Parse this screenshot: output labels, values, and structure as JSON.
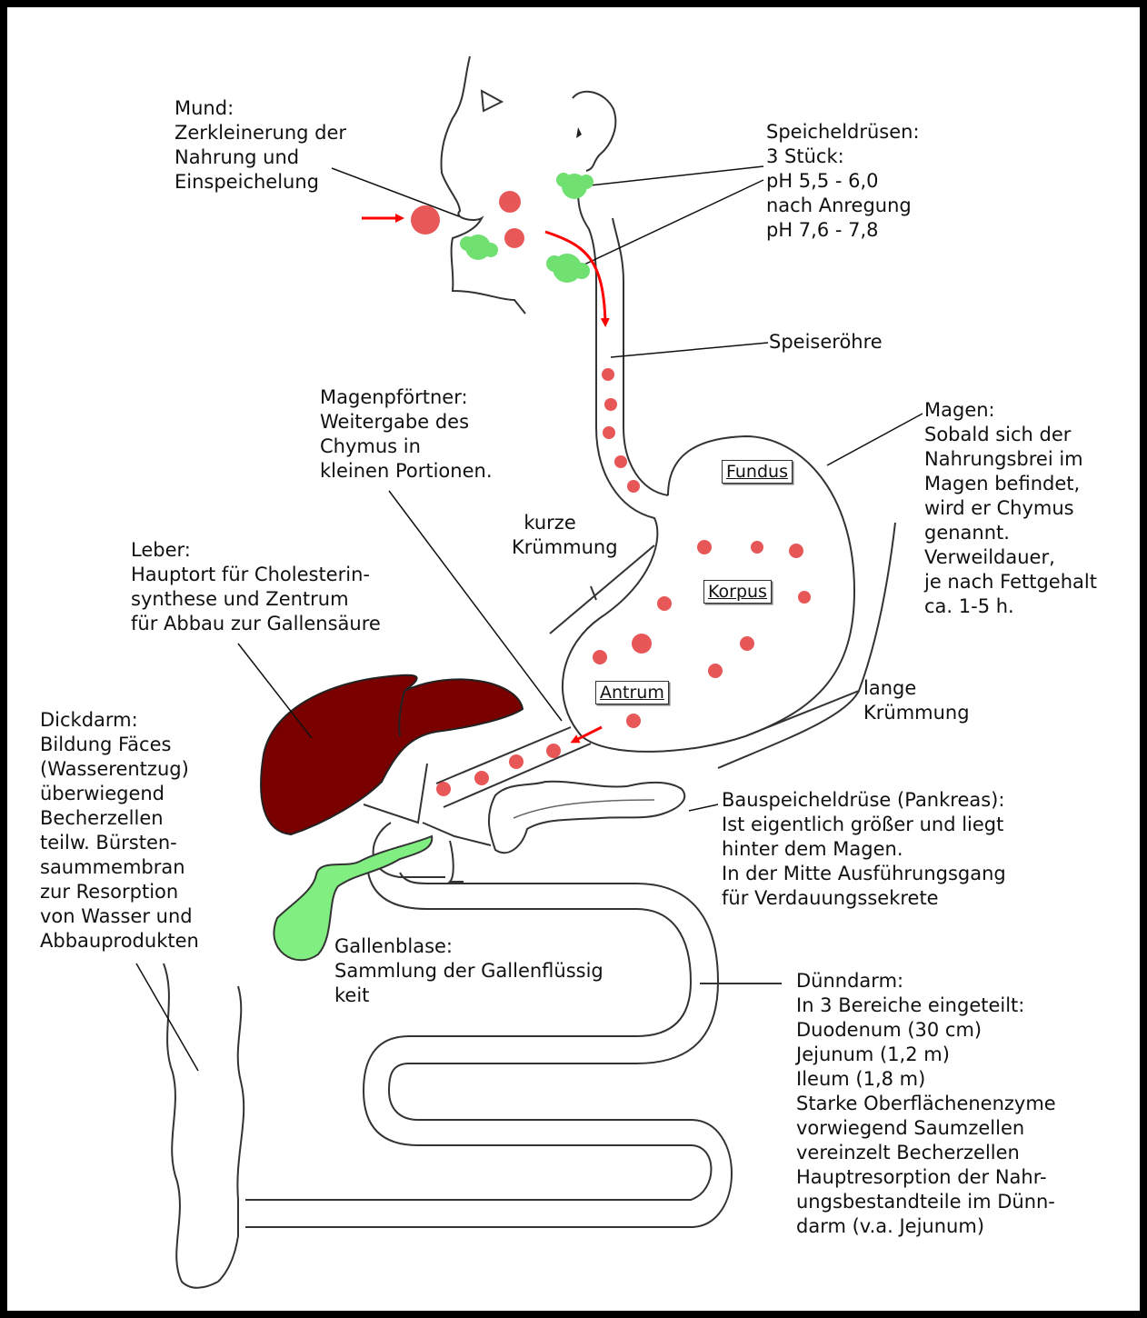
{
  "colors": {
    "liver": "#7a0000",
    "gallbladder": "#80ee80",
    "salivary": "#70e070",
    "food": "#e02020",
    "arrow": "#ff0000",
    "outline": "#333333"
  },
  "labels": {
    "mund": "Mund:\nZerkleinerung der\nNahrung und\nEinspeichelung",
    "speicheldruesen": "Speicheldrüsen:\n3 Stück:\npH 5,5 - 6,0\nnach Anregung\npH 7,6 - 7,8",
    "speiseroehre": "Speiseröhre",
    "magenpfoertner": "Magenpförtner:\nWeitergabe des\nChymus in\nkleinen Portionen.",
    "magen": "Magen:\nSobald sich der\nNahrungsbrei im\nMagen befindet,\nwird er Chymus\ngenannt.\nVerweildauer,\nje nach Fettgehalt\nca. 1-5 h.",
    "kurze_kruemmung": "  kurze\nKrümmung",
    "lange_kruemmung": "lange\nKrümmung",
    "leber": "Leber:\nHauptort für Cholesterin-\nsynthese und Zentrum\nfür Abbau zur Gallensäure",
    "dickdarm": "Dickdarm:\nBildung Fäces\n(Wasserentzug)\nüberwiegend\nBecherzellen\nteilw. Bürsten-\nsaummembran\nzur Resorption\nvon Wasser und\nAbbauprodukten",
    "pankreas": "Bauspeicheldrüse (Pankreas):\nIst eigentlich größer und liegt\nhinter dem Magen.\nIn der Mitte Ausführungsgang\nfür Verdauungssekrete",
    "gallenblase": "Gallenblase:\nSammlung der Gallenflüssig\nkeit",
    "duenndarm": "Dünndarm:\nIn 3 Bereiche eingeteilt:\nDuodenum (30 cm)\nJejunum (1,2 m)\nIleum (1,8 m)\nStarke Oberflächenenzyme\nvorwiegend Saumzellen\nvereinzelt Becherzellen\nHauptresorption der Nahr-\nungsbestandteile im Dünn-\ndarm (v.a. Jejunum)"
  },
  "regions": {
    "fundus": "Fundus",
    "korpus": "Korpus",
    "antrum": "Antrum"
  }
}
